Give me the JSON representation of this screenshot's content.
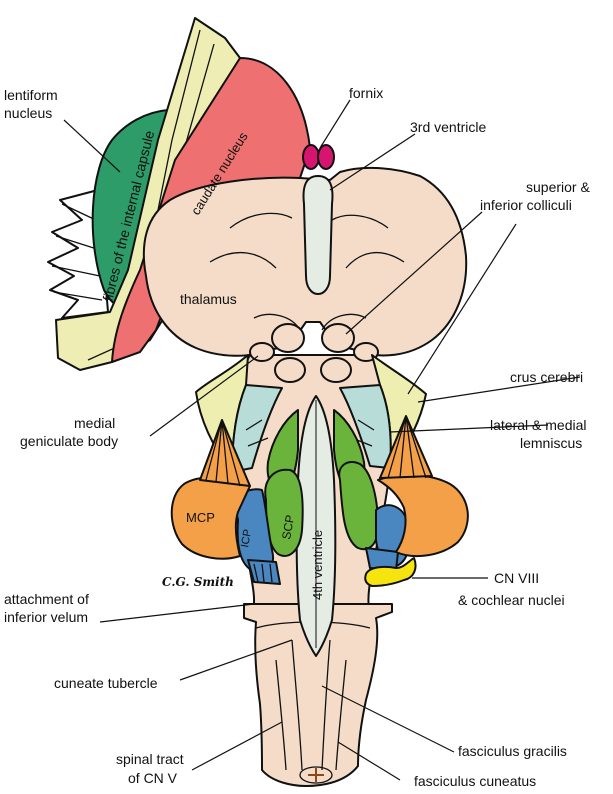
{
  "labels": {
    "lentiform": [
      "lentiform",
      "nucleus"
    ],
    "fornix": "fornix",
    "third_ventricle": "3rd ventricle",
    "colliculi": [
      "superior &",
      "inferior colliculi"
    ],
    "crus_cerebri": "crus cerebri",
    "lemniscus": [
      "lateral & medial",
      "lemniscus"
    ],
    "medial_geniculate": [
      "medial",
      "geniculate body"
    ],
    "cn_viii": [
      "CN VIII",
      "& cochlear nuclei"
    ],
    "inferior_velum": [
      "attachment of",
      "inferior velum"
    ],
    "cuneate_tubercle": "cuneate tubercle",
    "fasciculus_gracilis": "fasciculus gracilis",
    "spinal_tract": [
      "spinal tract",
      "of CN V"
    ],
    "fasciculus_cuneatus": "fasciculus cuneatus"
  },
  "inner_labels": {
    "internal_capsule": "fibres of the internal capsule",
    "caudate": "caudate nucleus",
    "thalamus": "thalamus",
    "mcp": "MCP",
    "icp": "ICP",
    "scp": "SCP",
    "fourth_ventricle": "4th ventricle"
  },
  "signature": "C.G. Smith",
  "colors": {
    "capsule": "#eeeeb4",
    "lentiform": "#2e9c68",
    "caudate": "#ee7070",
    "fornix": "#d6166e",
    "tissue": "#f4dcc8",
    "ventricle": "#e4ece4",
    "crus": "#eeeeb0",
    "lemniscus": "#b8dcd8",
    "scp": "#6ab43c",
    "icp": "#4a86c0",
    "mcp": "#f4a048",
    "cn_viii": "#f6e40e",
    "leader": "#111111"
  }
}
